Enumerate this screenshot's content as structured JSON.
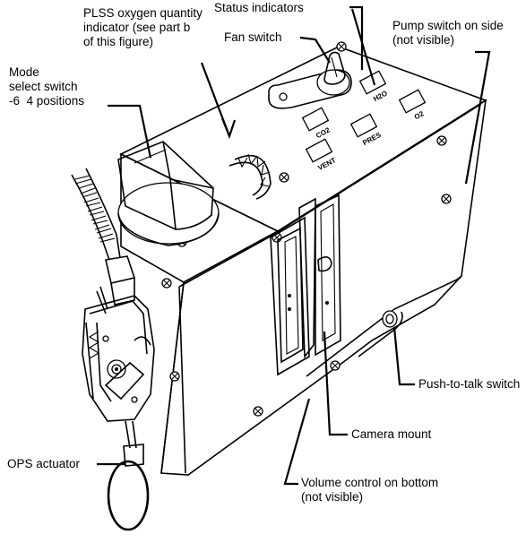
{
  "labels": {
    "plss_oxygen": "PLSS oxygen quantity\nindicator (see part b\nof this figure)",
    "status_indicators": "Status indicators",
    "fan_switch": "Fan switch",
    "pump_switch": "Pump switch on side\n(not visible)",
    "mode_select": "Mode\nselect switch\n-6  4 positions",
    "push_to_talk": "Push-to-talk switch",
    "camera_mount": "Camera mount",
    "ops_actuator": "OPS actuator",
    "volume_control": "Volume control on bottom\n(not visible)"
  },
  "indicator_text": {
    "h2o": "H2O",
    "o2": "O2",
    "co2": "CO2",
    "pres": "PRES",
    "vent": "VENT"
  }
}
